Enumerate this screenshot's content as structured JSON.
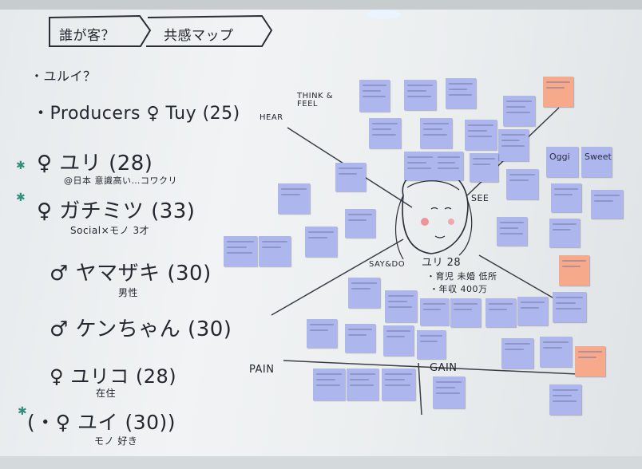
{
  "left_panel": {
    "title_box_1": "誰が客？",
    "title_box_2": "共感マップ",
    "line_1": "・ユルイ？",
    "line_2": "・Producers ♀ Tuy (25)",
    "person_1_name": "♀ ユリ (28)",
    "person_1_sub": "@日本 意識高い…コワクリ",
    "person_2_name": "♀ ガチミツ (33)",
    "person_2_sub": "Social×モノ 3才",
    "person_3_name": "♂ ヤマザキ (30)",
    "person_3_sub": "男性",
    "person_4_name": "♂ ケンちゃん (30)",
    "person_5_name": "♀ ユリコ (28)",
    "person_5_sub": "在住",
    "person_6_name": "(・♀ ユイ (30))",
    "person_6_sub": "モノ 好き"
  },
  "map_labels": {
    "think_feel": "THINK & FEEL",
    "hear": "HEAR",
    "see": "SEE",
    "say_do": "SAY&DO",
    "pain": "PAIN",
    "gain": "GAIN",
    "center_name": "ユリ 28",
    "center_note_1": "・育児 未婚 低所",
    "center_note_2": "・年収 400万"
  },
  "notes_text": {
    "oggi": "Oggi",
    "sweet": "Sweet"
  },
  "colors": {
    "sticky_blue": "#aeb6ee",
    "sticky_orange": "#f7a98b",
    "marker_ink": "#24272f",
    "star_green": "#2f8f7a"
  }
}
